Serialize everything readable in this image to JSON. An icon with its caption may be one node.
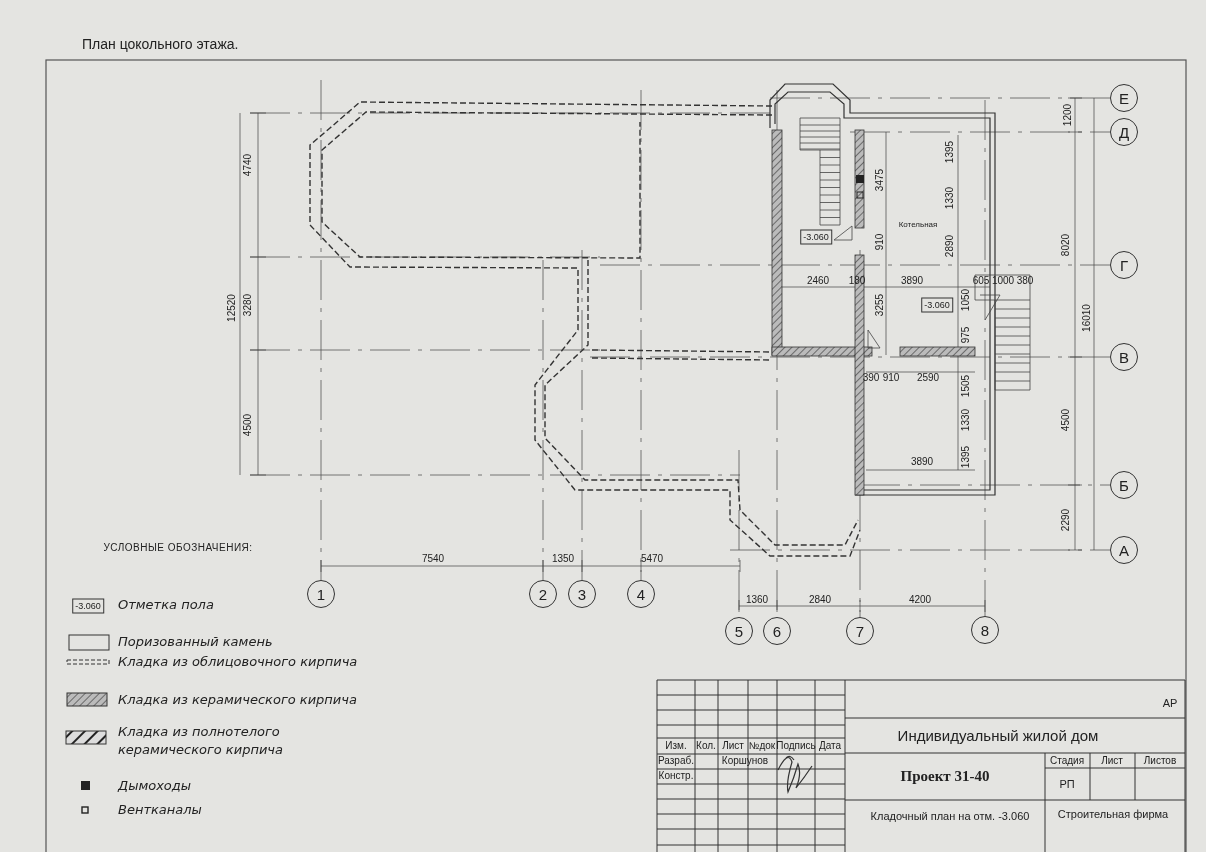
{
  "diagram": {
    "title": "План цокольного этажа.",
    "labels": [
      "Е",
      "Д",
      "1200",
      "1395",
      "3475",
      "4740",
      "1330",
      "-3.060",
      "Котельная",
      "910",
      "2890",
      "8020",
      "Г",
      "12520",
      "3280",
      "2460",
      "180",
      "3890",
      "605",
      "1000",
      "380",
      "-3.060",
      "3255",
      "1050",
      "16010",
      "975",
      "В",
      "390",
      "910",
      "2590",
      "1505",
      "4500",
      "1330",
      "4500",
      "1395",
      "3890",
      "Б",
      "2290",
      "УСЛОВНЫЕ ОБОЗНАЧЕНИЯ:",
      "А",
      "7540",
      "1350",
      "5470",
      "1",
      "2",
      "3",
      "4",
      "-3.060",
      "1360",
      "2840",
      "4200",
      "5",
      "6",
      "7",
      "8",
      "АР",
      "Индивидуальный жилой дом",
      "Изм.",
      "Кол.",
      "Лист",
      "№док",
      "Подпись",
      "Дата",
      "Стадия",
      "Лист",
      "Листов",
      "Разраб.",
      "Коршунов",
      "Констр.",
      "Проект 31-40",
      "РП",
      "Кладочный план на отм. -3.060",
      "Строительная фирма"
    ],
    "legend": [
      {
        "text": "Отметка пола"
      },
      {
        "text": "Поризованный камень"
      },
      {
        "text": "Кладка из облицовочного кирпича"
      },
      {
        "text": "Кладка из керамического кирпича"
      },
      {
        "text": "Кладка из полнотелого керамического кирпича"
      },
      {
        "text": "Дымоходы"
      },
      {
        "text": "Вентканалы"
      }
    ]
  }
}
